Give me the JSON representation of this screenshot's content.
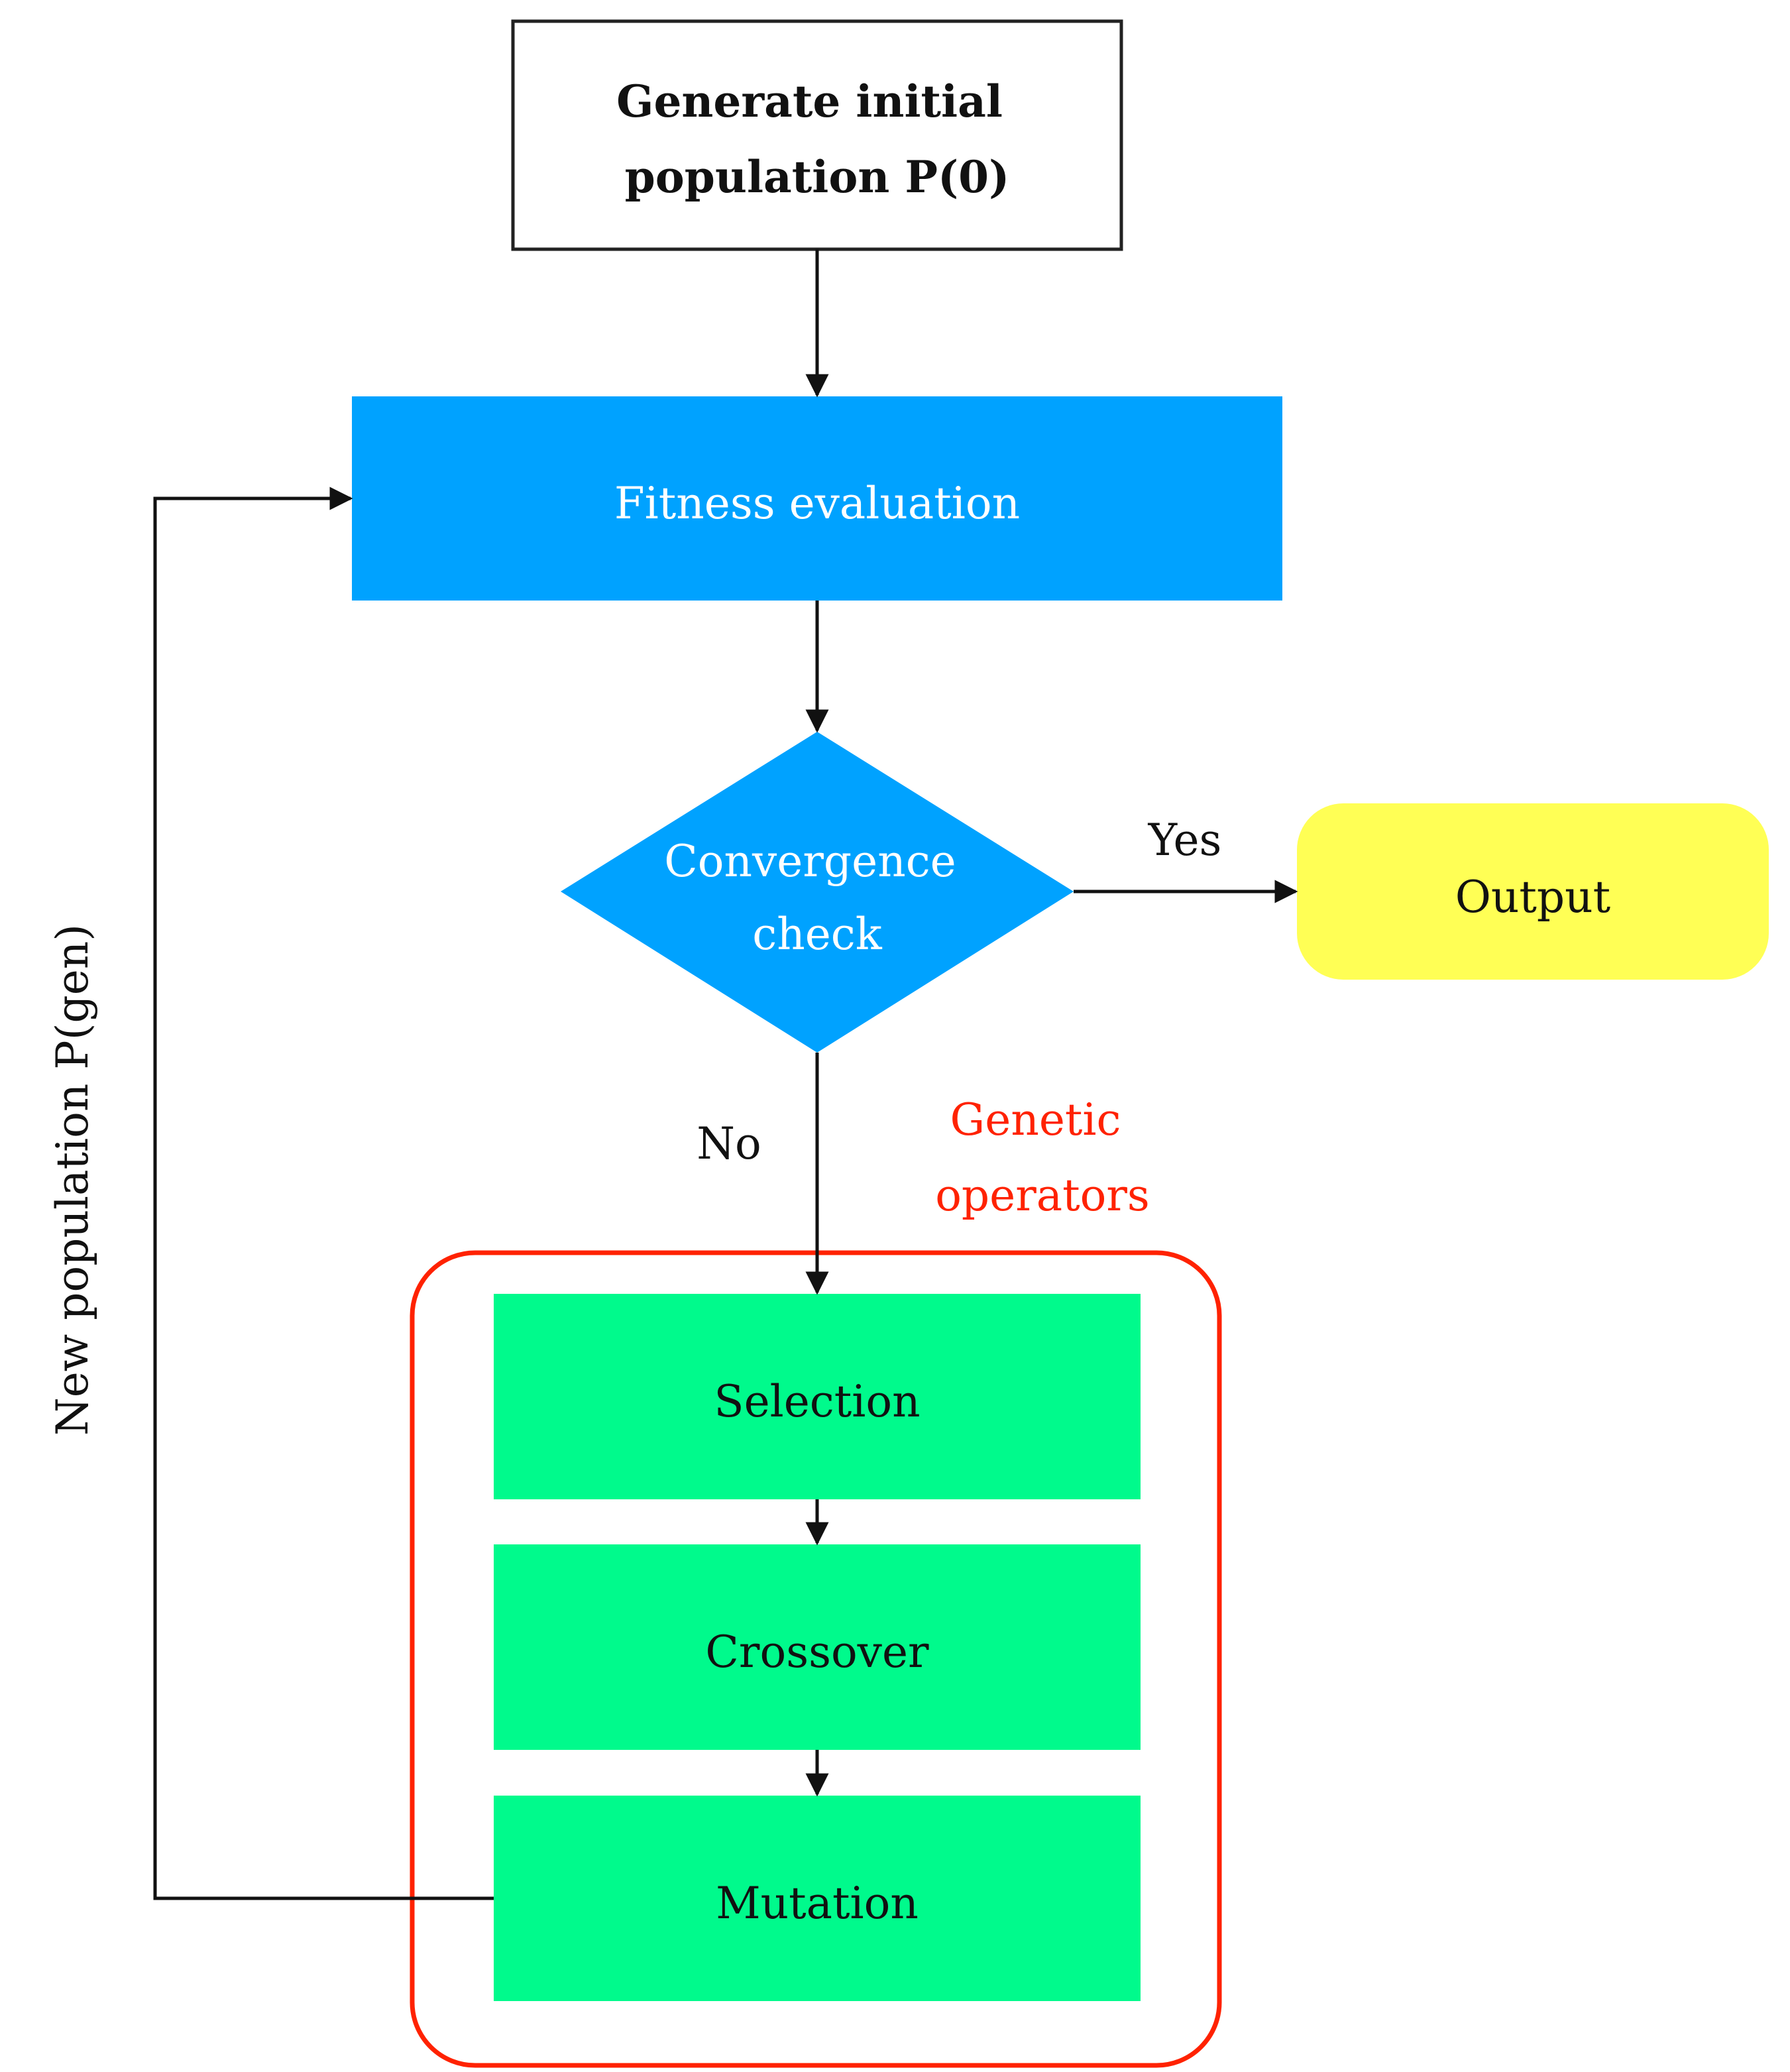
{
  "nodes": {
    "start": {
      "lines": [
        "Generate initial",
        "population P(0)"
      ]
    },
    "fitness": {
      "label": "Fitness evaluation"
    },
    "decision": {
      "lines": [
        "Convergence",
        "check"
      ]
    },
    "output": {
      "label": "Output"
    },
    "selection": {
      "label": "Selection"
    },
    "crossover": {
      "label": "Crossover"
    },
    "mutation": {
      "label": "Mutation"
    }
  },
  "edges": {
    "yes_label": "Yes",
    "no_label": "No",
    "loop_label": "New population P(gen)"
  },
  "group": {
    "lines": [
      "Genetic",
      "operators"
    ]
  },
  "colors": {
    "blue": "#00a2ff",
    "green": "#00fa8c",
    "yellow": "#ffff55",
    "red_outline": "#ff2200",
    "red_text": "#ff2200",
    "line": "#111111",
    "start_border": "#222222"
  }
}
